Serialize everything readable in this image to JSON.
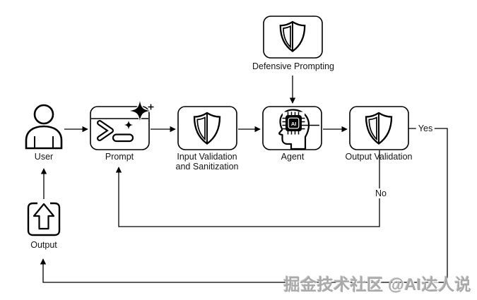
{
  "diagram": {
    "nodes": {
      "user": {
        "label": "User"
      },
      "prompt": {
        "label": "Prompt"
      },
      "input_validation": {
        "label_line1": "Input Validation",
        "label_line2": "and Sanitization"
      },
      "agent": {
        "label": "Agent",
        "chip_text": "AI"
      },
      "output_validation": {
        "label": "Output Validation"
      },
      "defensive_prompting": {
        "label": "Defensive Prompting"
      },
      "output": {
        "label": "Output"
      }
    },
    "edge_labels": {
      "yes": "Yes",
      "no": "No"
    },
    "colors": {
      "stroke": "#000000",
      "background": "#ffffff",
      "watermark_gray": "#a9a9a9"
    }
  },
  "watermark": {
    "text": "掘金技术社区 @AI达人说"
  }
}
